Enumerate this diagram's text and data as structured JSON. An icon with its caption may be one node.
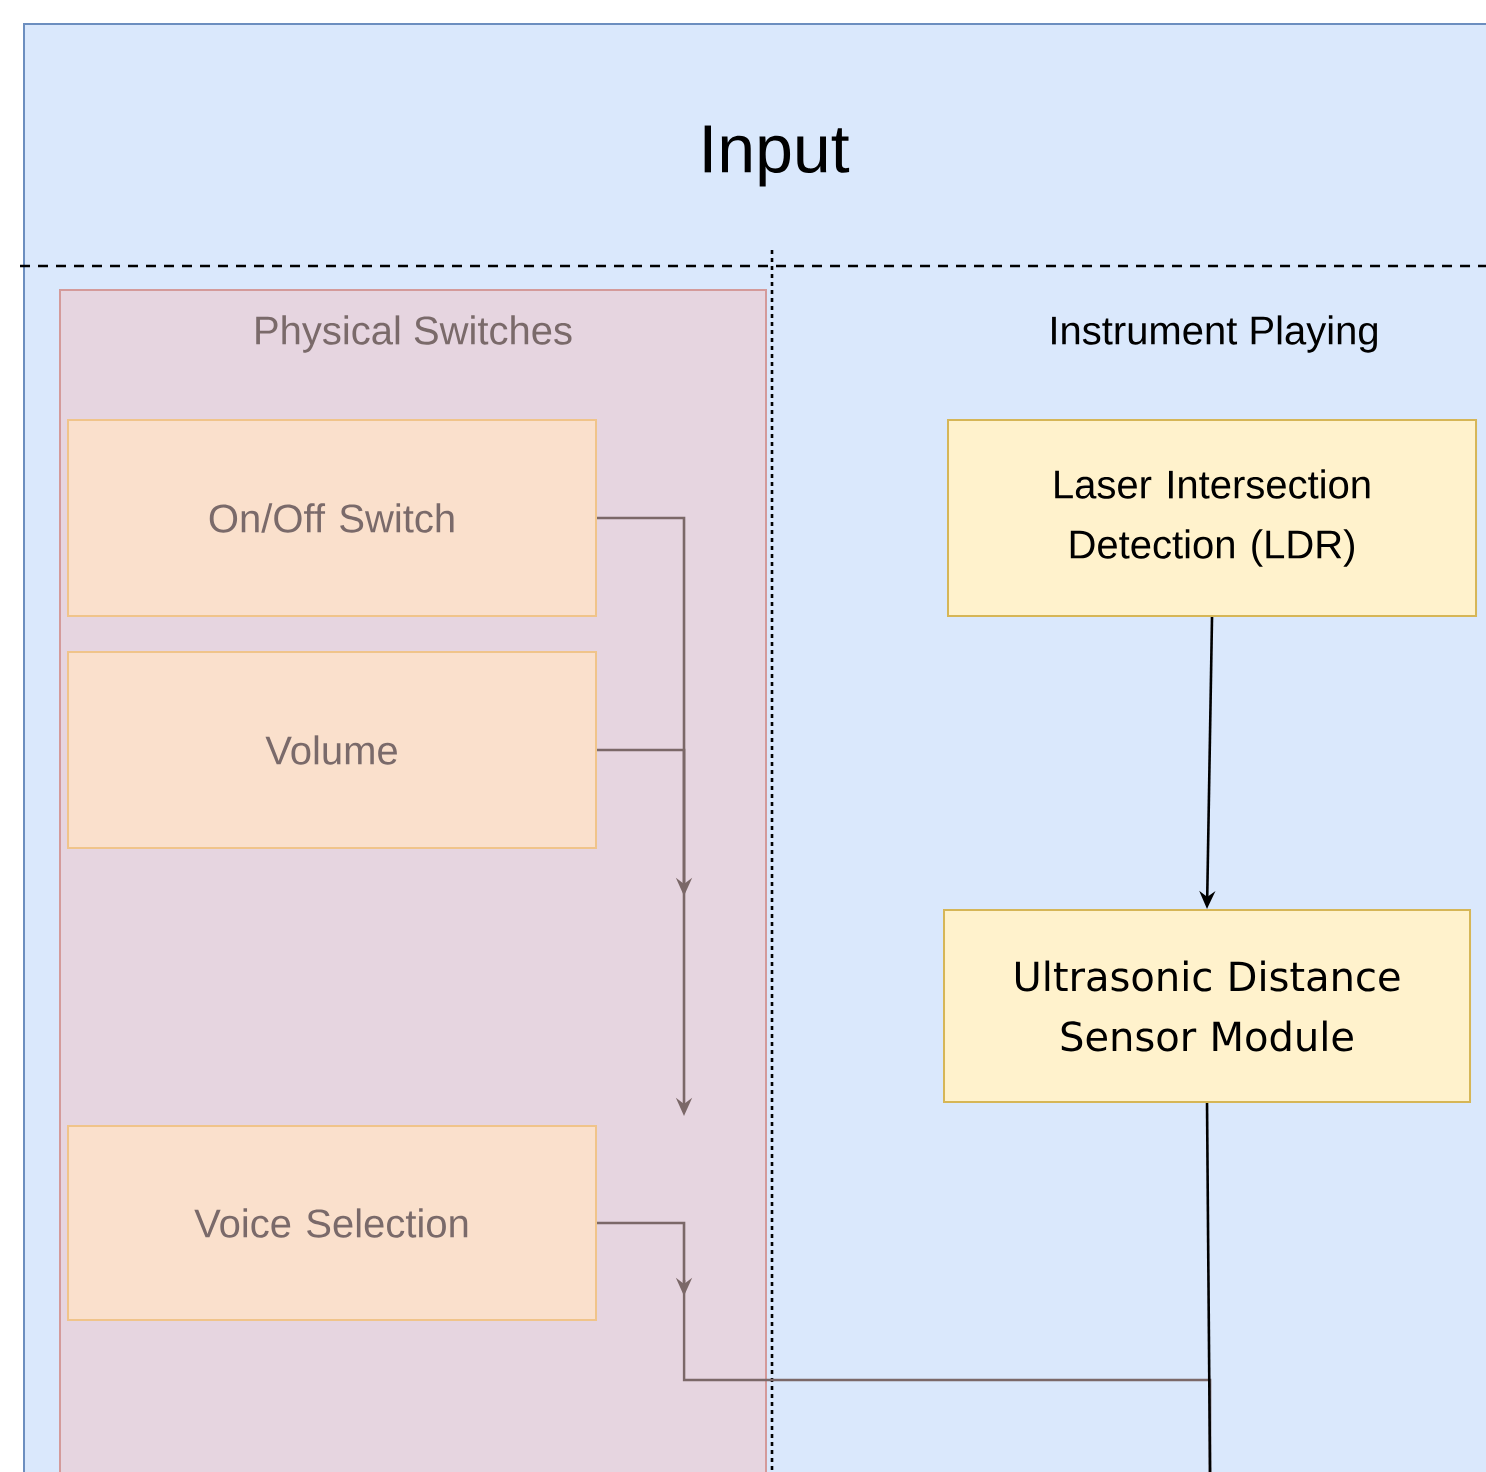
{
  "diagram": {
    "nodes": [
      {
        "text": [
          "Input"
        ]
      },
      {
        "text": [
          "Physical Switches"
        ],
        "in": 0
      },
      {
        "text": [
          "On/Off Switch"
        ],
        "in": 1
      },
      {
        "text": [
          "Volume"
        ],
        "in": 1
      },
      {
        "text": [
          "Voice Selection"
        ],
        "in": 1
      },
      {
        "text": [
          "Laser Intersection Detection (LDR)"
        ],
        "in": 0
      },
      {
        "text": [
          "Ultrasonic Distance Sensor Module"
        ],
        "in": 0
      }
    ],
    "edges": [
      {
        "from": 2,
        "to": null,
        "arrow": "to"
      },
      {
        "from": 3,
        "to": null,
        "arrow": "to"
      },
      {
        "from": 4,
        "to": null,
        "arrow": "to"
      },
      {
        "from": 5,
        "to": 6,
        "arrow": "to",
        "color": "#000000"
      },
      {
        "from": 6,
        "to": null,
        "arrow": "none",
        "color": "#000000"
      }
    ],
    "labels": [
      "Instrument Playing"
    ]
  }
}
